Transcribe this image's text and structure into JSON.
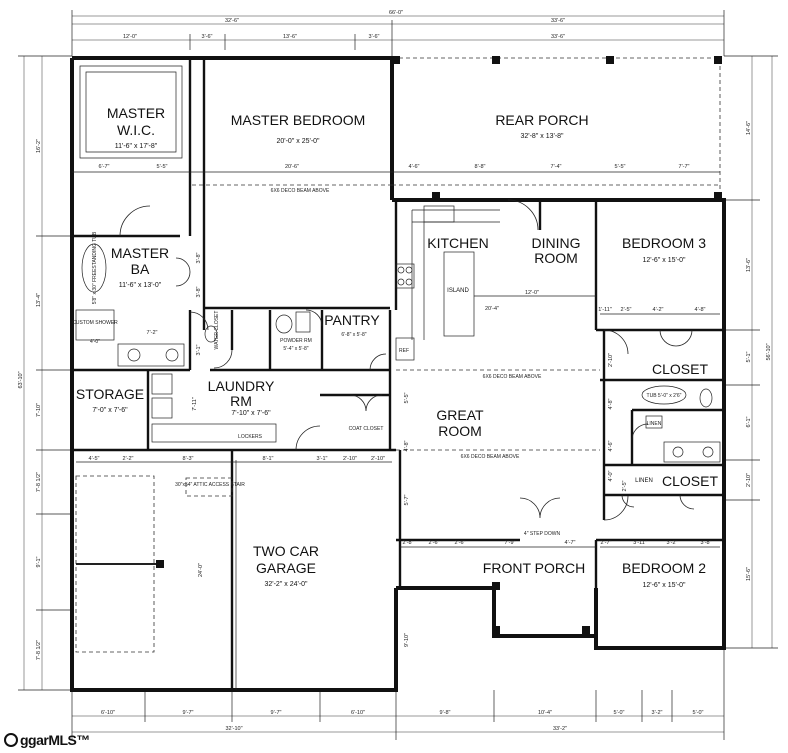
{
  "rooms": {
    "master_wic": {
      "line1": "MASTER",
      "line2": "W.I.C.",
      "size": "11'-6\" x 17'-8\""
    },
    "master_bedroom": {
      "name": "MASTER BEDROOM",
      "size": "20'-0\" x 25'-0\""
    },
    "rear_porch": {
      "name": "REAR PORCH",
      "size": "32'-8\" x 13'-8\""
    },
    "master_ba": {
      "line1": "MASTER",
      "line2": "BA",
      "size": "11'-6\" x 13'-0\""
    },
    "kitchen": {
      "name": "KITCHEN"
    },
    "dining": {
      "line1": "DINING",
      "line2": "ROOM"
    },
    "bedroom3": {
      "name": "BEDROOM 3",
      "size": "12'-6\" x 15'-0\""
    },
    "island": {
      "name": "ISLAND"
    },
    "pantry": {
      "name": "PANTRY",
      "size": "6'-8\" x 5'-8\""
    },
    "powder": {
      "name": "POWDER RM",
      "size": "5'-4\" x 5'-8\""
    },
    "storage": {
      "name": "STORAGE",
      "size": "7'-0\" x 7'-6\""
    },
    "laundry": {
      "line1": "LAUNDRY",
      "line2": "RM",
      "size": "7'-10\" x 7'-6\""
    },
    "great_room": {
      "line1": "GREAT",
      "line2": "ROOM"
    },
    "closet1": {
      "name": "CLOSET"
    },
    "closet2": {
      "name": "CLOSET"
    },
    "garage": {
      "line1": "TWO CAR",
      "line2": "GARAGE",
      "size": "32'-2\" x 24'-0\""
    },
    "front_porch": {
      "name": "FRONT PORCH"
    },
    "bedroom2": {
      "name": "BEDROOM 2",
      "size": "12'-6\" x 15'-0\""
    }
  },
  "labels": {
    "freestanding_tub": "5'8\" x 30\" FREESTANDING TUB",
    "custom_shower": "CUSTOM SHOWER",
    "shower_dim": "4'-0\"",
    "water_closet": "WATER CLOSET",
    "lockers": "LOCKERS",
    "coat_closet": "COAT CLOSET",
    "ref": "REF",
    "linen1": "LINEN",
    "linen2": "LINEN",
    "tub": "TUB 5'-0\" x 2'6\"",
    "attic": "30\"x54\" ATTIC ACCESS STAIR",
    "step_down": "4\" STEP DOWN",
    "beam_rear": "6X6 DECO BEAM ABOVE",
    "beam_great": "6X6 DECO BEAM ABOVE",
    "beam_great2": "6X6 DECO BEAM ABOVE",
    "vanity_dim": "7'-2\""
  },
  "dimensions": {
    "top_overall": "66'-0\"",
    "top_left": "32'-6\"",
    "top_right": "33'-6\"",
    "top_right2": "33'-6\"",
    "top_seg1": "12'-0\"",
    "top_seg2": "3'-6\"",
    "top_seg3": "13'-6\"",
    "top_seg4": "3'-6\"",
    "wic_split1": "6'-7\"",
    "wic_split2": "5'-5\"",
    "mbr_split": "20'-6\"",
    "porch_seg1": "4'-6\"",
    "porch_seg2": "8'-8\"",
    "porch_seg3": "7'-4\"",
    "porch_seg4": "5'-5\"",
    "porch_seg5": "7'-7\"",
    "kitchen_w": "20'-4\"",
    "dining_w": "12'-0\"",
    "br3_seg1": "1'-11\"",
    "br3_seg2": "2'-5\"",
    "br3_seg3": "4'-2\"",
    "br3_seg4": "4'-8\"",
    "left_top": "16'-2\"",
    "left_mid": "13'-4\"",
    "left_stor": "7'-10\"",
    "left_82": "7'-8 1/2\"",
    "left_91": "9'-1\"",
    "left_bot": "7'-8 1/2\"",
    "left_total": "63'-10\"",
    "right_top": "14'-6\"",
    "right_mid": "13'-6\"",
    "right_51": "5'-1\"",
    "right_61": "6'-1\"",
    "right_210": "2'-10\"",
    "right_156": "15'-6\"",
    "right_total": "56'-10\"",
    "stor_seg1": "4'-5\"",
    "stor_seg2": "2'-2\"",
    "gar_seg1": "8'-3\"",
    "gar_seg2": "8'-1\"",
    "gar_seg3": "3'-1\"",
    "gar_seg4": "2'-10\"",
    "gar_seg5": "2'-10\"",
    "gar_depth": "24'-0\"",
    "bot_seg1": "6'-10\"",
    "bot_seg2": "9'-7\"",
    "bot_seg3": "9'-7\"",
    "bot_seg4": "6'-10\"",
    "bot_seg5": "9'-8\"",
    "bot_seg6": "10'-4\"",
    "bot_seg7": "5'-0\"",
    "bot_seg8": "3'-2\"",
    "bot_seg9": "5'-0\"",
    "bot_left": "32'-10\"",
    "bot_right": "33'-2\"",
    "fp_seg1": "2'-8\"",
    "fp_seg2": "2'-6\"",
    "fp_seg3": "2'-6\"",
    "fp_seg4": "7'-9\"",
    "fp_seg5": "4'-7\"",
    "br2_seg1": "2'-7\"",
    "br2_seg2": "3'-11\"",
    "br2_seg3": "3'-2\"",
    "br2_seg4": "3'-8\"",
    "fp_depth": "9'-10\"",
    "gr_left1": "5'-5\"",
    "gr_left2": "5'-7\"",
    "gr_left3": "4'-8\"",
    "br3_left1": "2'-10\"",
    "br3_left2": "4'-8\"",
    "cl_dim1": "4'-6\"",
    "cl_dim2": "4'-0\"",
    "lin_dim": "2'-5\"",
    "ba_dim1": "3'-8\"",
    "ba_dim2": "3'-8\"",
    "wc_dim": "3'-1\"",
    "stor_h": "7'-11\""
  },
  "logo": {
    "text": "ggarMLS™"
  }
}
